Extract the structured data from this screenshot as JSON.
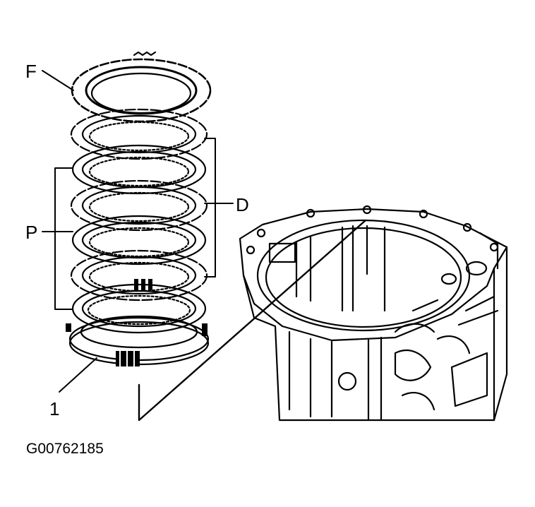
{
  "labels": {
    "f": "F",
    "p": "P",
    "d": "D",
    "one": "1"
  },
  "figure_code": "G00762185",
  "colors": {
    "ink": "#000000",
    "paper": "#ffffff"
  }
}
